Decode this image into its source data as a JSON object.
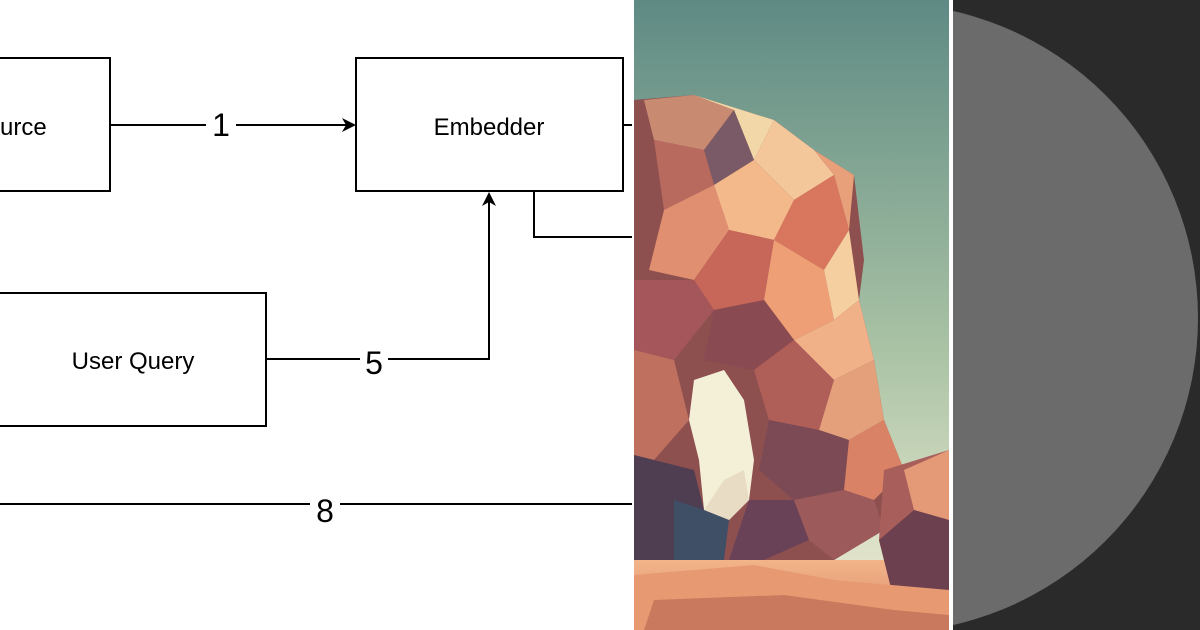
{
  "diagram": {
    "nodes": [
      {
        "id": "source",
        "label": "urce"
      },
      {
        "id": "embedder",
        "label": "Embedder"
      },
      {
        "id": "user-query",
        "label": "User Query"
      }
    ],
    "edges": [
      {
        "from": "source",
        "to": "embedder",
        "label": "1"
      },
      {
        "from": "user-query",
        "to": "embedder",
        "label": "5"
      },
      {
        "from": "offscreen-left",
        "to": "offscreen-right",
        "label": "8"
      }
    ]
  },
  "colors": {
    "diagram_background": "#ffffff",
    "stroke": "#000000",
    "sky_top": "#5e8a84",
    "sky_bottom": "#f2eed6",
    "rock_light": "#f4c79a",
    "rock_mid": "#d9765e",
    "rock_dark": "#5a3a46",
    "panel_background": "#2a2a2a",
    "disc": "#6b6b6b"
  },
  "icons": [
    "low-poly-rock-illustration",
    "grey-disc-shape"
  ]
}
